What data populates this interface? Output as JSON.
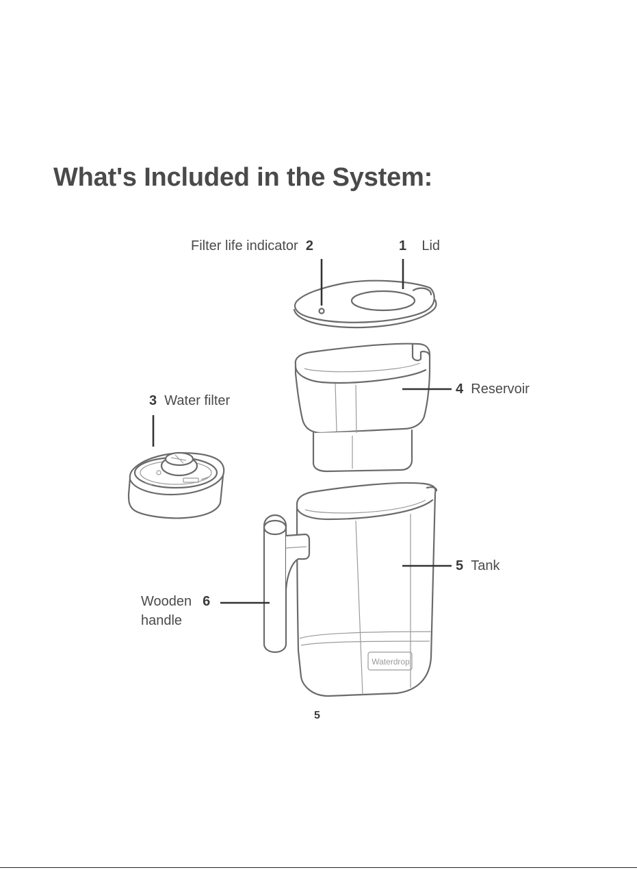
{
  "page": {
    "title": "What's Included in the System:",
    "page_number": "5"
  },
  "parts": [
    {
      "number": "1",
      "name": "Lid"
    },
    {
      "number": "2",
      "name": "Filter life indicator"
    },
    {
      "number": "3",
      "name": "Water filter"
    },
    {
      "number": "4",
      "name": "Reservoir"
    },
    {
      "number": "5",
      "name": "Tank"
    },
    {
      "number": "6",
      "name": "Wooden handle",
      "name_line1": "Wooden",
      "name_line2": "handle"
    }
  ],
  "brand": {
    "logo_text": "Waterdrop"
  }
}
